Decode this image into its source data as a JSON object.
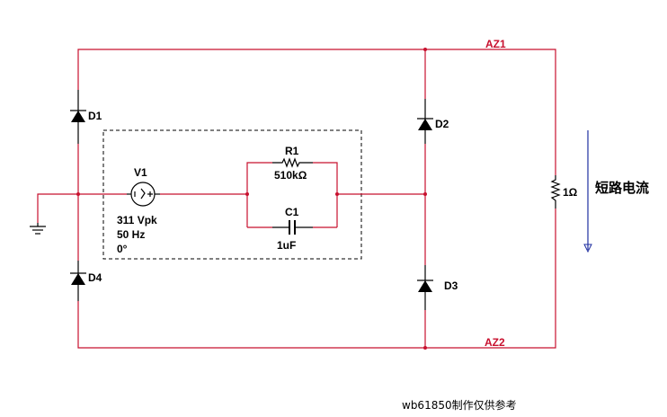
{
  "diagram": {
    "type": "circuit-schematic",
    "wire_color": "#c8102e",
    "arrow_color": "#1f2fa0",
    "components": {
      "d1": {
        "label": "D1"
      },
      "d2": {
        "label": "D2"
      },
      "d3": {
        "label": "D3"
      },
      "d4": {
        "label": "D4"
      },
      "v1": {
        "label": "V1",
        "amplitude": "311 Vpk",
        "frequency": "50 Hz",
        "phase": "0°"
      },
      "r1": {
        "label": "R1",
        "value": "510kΩ"
      },
      "c1": {
        "label": "C1",
        "value": "1uF"
      },
      "rload": {
        "value": "1Ω"
      }
    },
    "nets": {
      "az1": "AZ1",
      "az2": "AZ2"
    },
    "annotation": "短路电流",
    "watermark": "wb61850制作仅供参考"
  }
}
